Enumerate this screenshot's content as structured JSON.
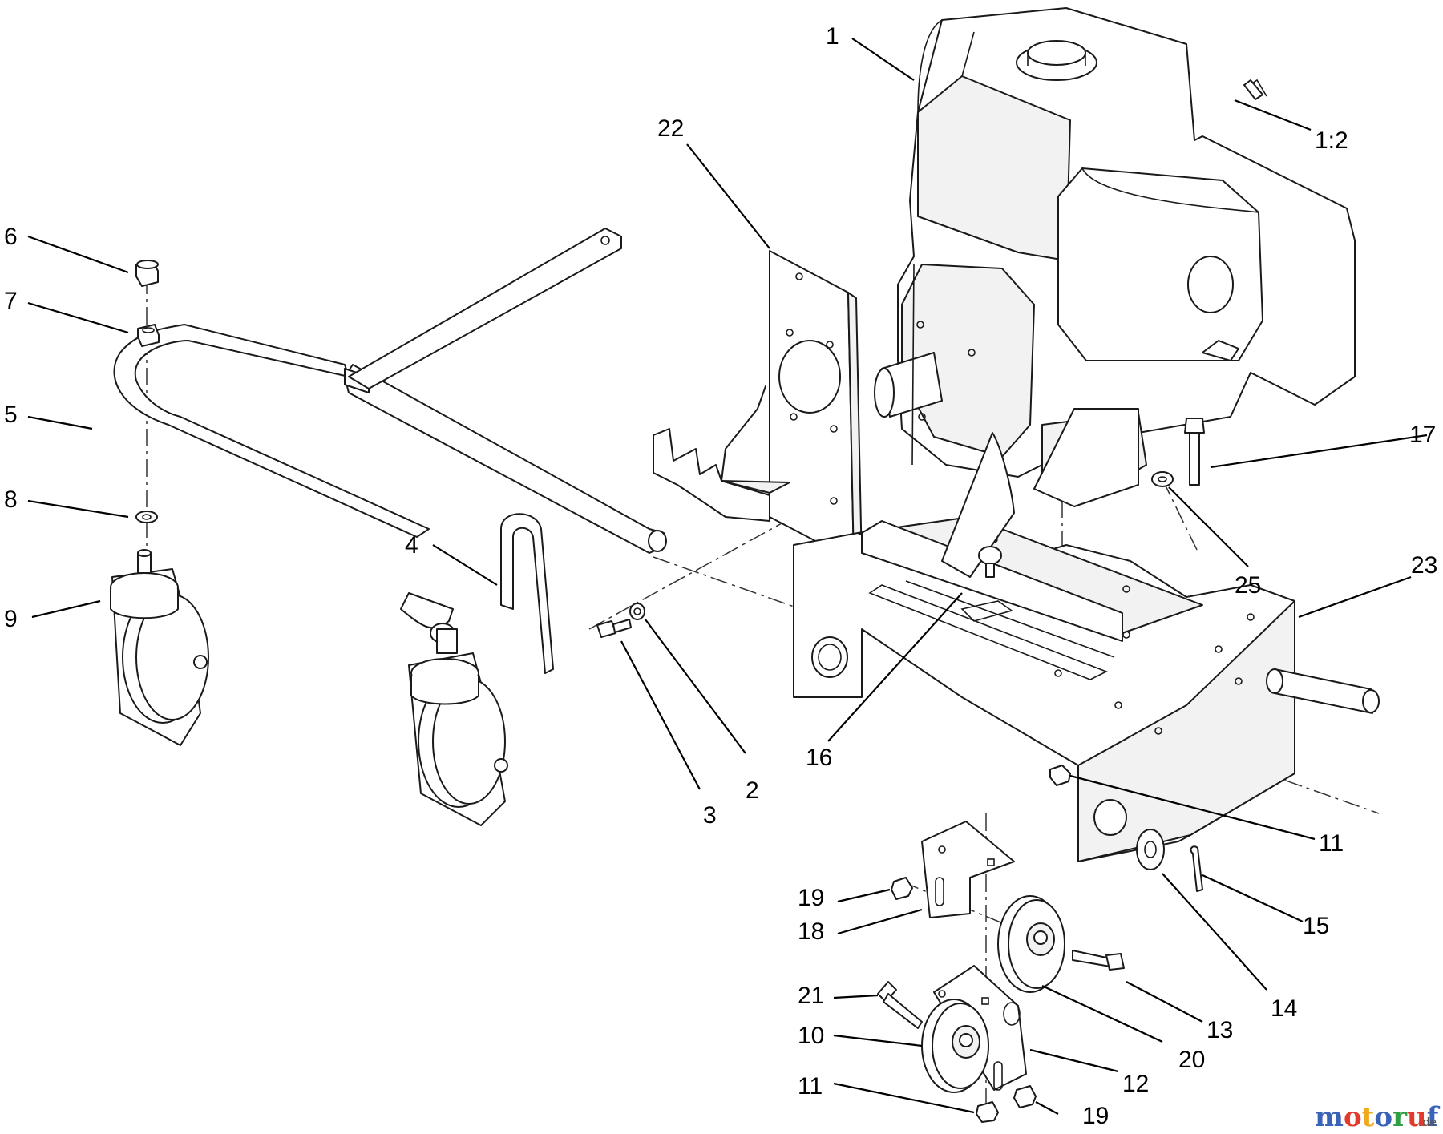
{
  "callouts": [
    {
      "id": "c1",
      "text": "1"
    },
    {
      "id": "c1_2",
      "text": "1:2"
    },
    {
      "id": "c22",
      "text": "22"
    },
    {
      "id": "c6",
      "text": "6"
    },
    {
      "id": "c7",
      "text": "7"
    },
    {
      "id": "c5",
      "text": "5"
    },
    {
      "id": "c8",
      "text": "8"
    },
    {
      "id": "c9",
      "text": "9"
    },
    {
      "id": "c4",
      "text": "4"
    },
    {
      "id": "c17",
      "text": "17"
    },
    {
      "id": "c25",
      "text": "25"
    },
    {
      "id": "c23",
      "text": "23"
    },
    {
      "id": "c16",
      "text": "16"
    },
    {
      "id": "c3",
      "text": "3"
    },
    {
      "id": "c2",
      "text": "2"
    },
    {
      "id": "c11a",
      "text": "11"
    },
    {
      "id": "c19a",
      "text": "19"
    },
    {
      "id": "c18",
      "text": "18"
    },
    {
      "id": "c15",
      "text": "15"
    },
    {
      "id": "c14",
      "text": "14"
    },
    {
      "id": "c21",
      "text": "21"
    },
    {
      "id": "c13",
      "text": "13"
    },
    {
      "id": "c10",
      "text": "10"
    },
    {
      "id": "c20",
      "text": "20"
    },
    {
      "id": "c12",
      "text": "12"
    },
    {
      "id": "c11b",
      "text": "11"
    },
    {
      "id": "c19b",
      "text": "19"
    }
  ],
  "watermark": {
    "letters": [
      "m",
      "o",
      "t",
      "o",
      "r",
      "u",
      "f"
    ],
    "colors": [
      "#3a63b8",
      "#e23b2e",
      "#f0a81c",
      "#3a63b8",
      "#2f9e44",
      "#e23b2e",
      "#3a63b8"
    ],
    "suffix": ".de"
  }
}
